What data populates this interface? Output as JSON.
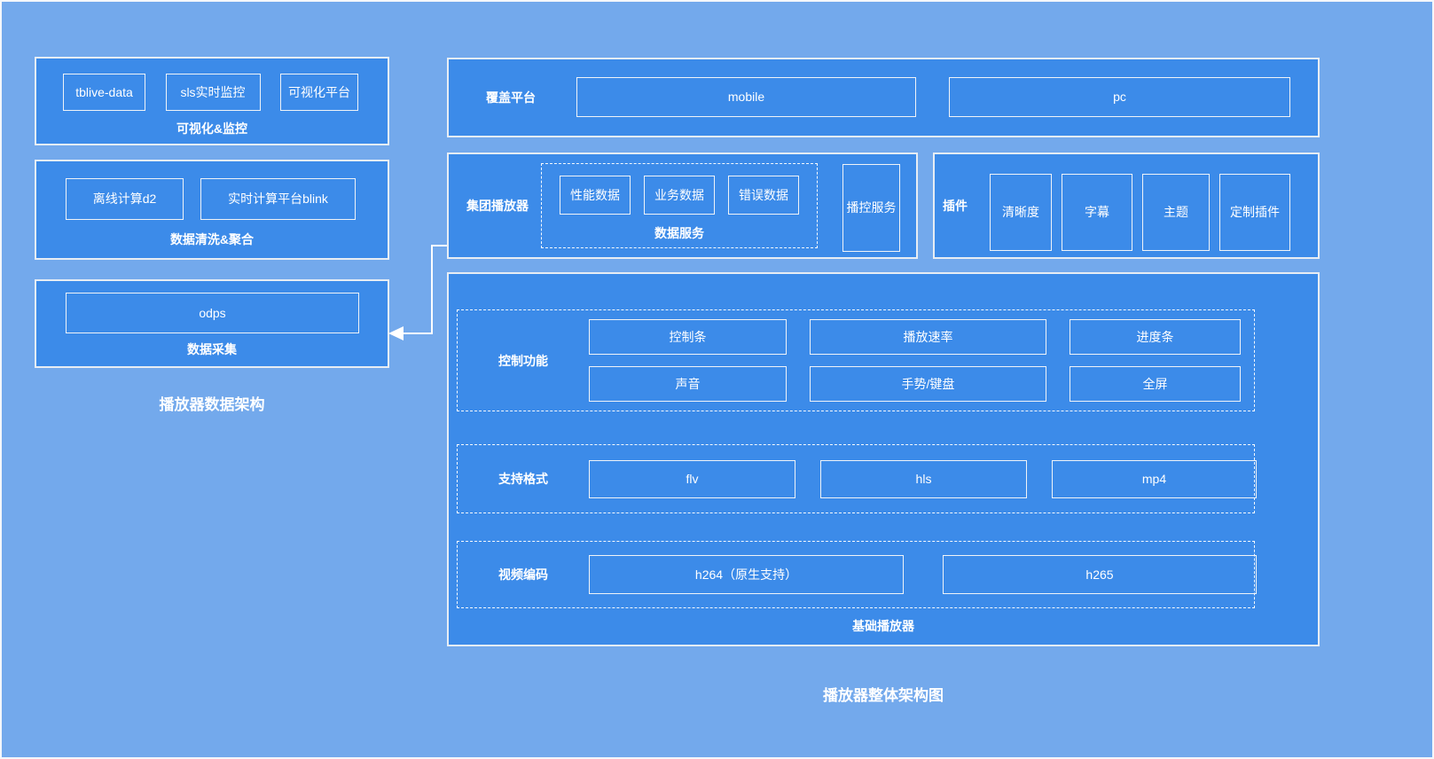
{
  "titles": {
    "left": "播放器数据架构",
    "right": "播放器整体架构图"
  },
  "visualization": {
    "label": "可视化&监控",
    "boxes": [
      "tblive-data",
      "sls实时监控",
      "可视化平台"
    ]
  },
  "cleaning": {
    "label": "数据清洗&聚合",
    "boxes": [
      "离线计算d2",
      "实时计算平台blink"
    ]
  },
  "collection": {
    "label": "数据采集",
    "boxes": [
      "odps"
    ]
  },
  "platform": {
    "label": "覆盖平台",
    "boxes": [
      "mobile",
      "pc"
    ]
  },
  "group_player": {
    "label": "集团播放器",
    "data_service": {
      "label": "数据服务",
      "boxes": [
        "性能数据",
        "业务数据",
        "错误数据"
      ]
    },
    "control_service": "播控服务"
  },
  "plugins": {
    "label": "插件",
    "boxes": [
      "清晰度",
      "字幕",
      "主题",
      "定制插件"
    ]
  },
  "base_player": {
    "label": "基础播放器",
    "control": {
      "label": "控制功能",
      "row1": [
        "控制条",
        "播放速率",
        "进度条"
      ],
      "row2": [
        "声音",
        "手势/键盘",
        "全屏"
      ]
    },
    "formats": {
      "label": "支持格式",
      "boxes": [
        "flv",
        "hls",
        "mp4"
      ]
    },
    "codecs": {
      "label": "视频编码",
      "boxes": [
        "h264（原生支持）",
        "h265"
      ]
    }
  },
  "colors": {
    "background": "#73A9EC",
    "section_fill": "#3C8BE9",
    "border": "#E7EDF4",
    "text": "#FFFFFF"
  }
}
